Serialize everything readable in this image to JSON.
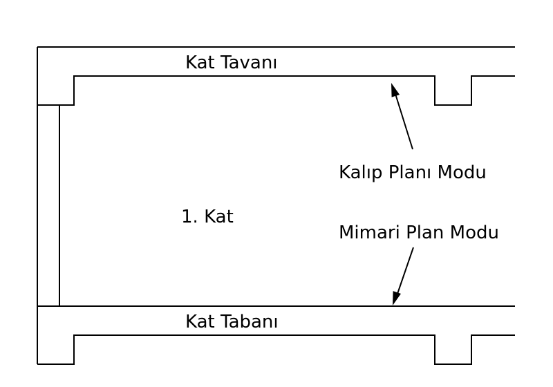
{
  "labels": {
    "ceiling": "Kat Tavanı",
    "floor_base": "Kat Tabanı",
    "storey": "1. Kat",
    "formwork_mode": "Kalıp Planı Modu",
    "architectural_mode": "Mimari Plan Modu"
  },
  "colors": {
    "line": "#000000",
    "background": "#ffffff"
  }
}
